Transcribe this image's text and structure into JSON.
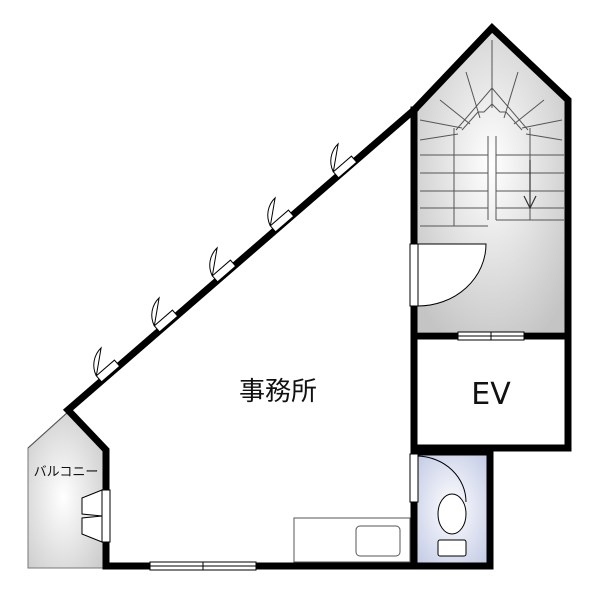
{
  "rooms": {
    "office": "事務所",
    "elevator": "EV",
    "balcony": "バルコニー"
  }
}
